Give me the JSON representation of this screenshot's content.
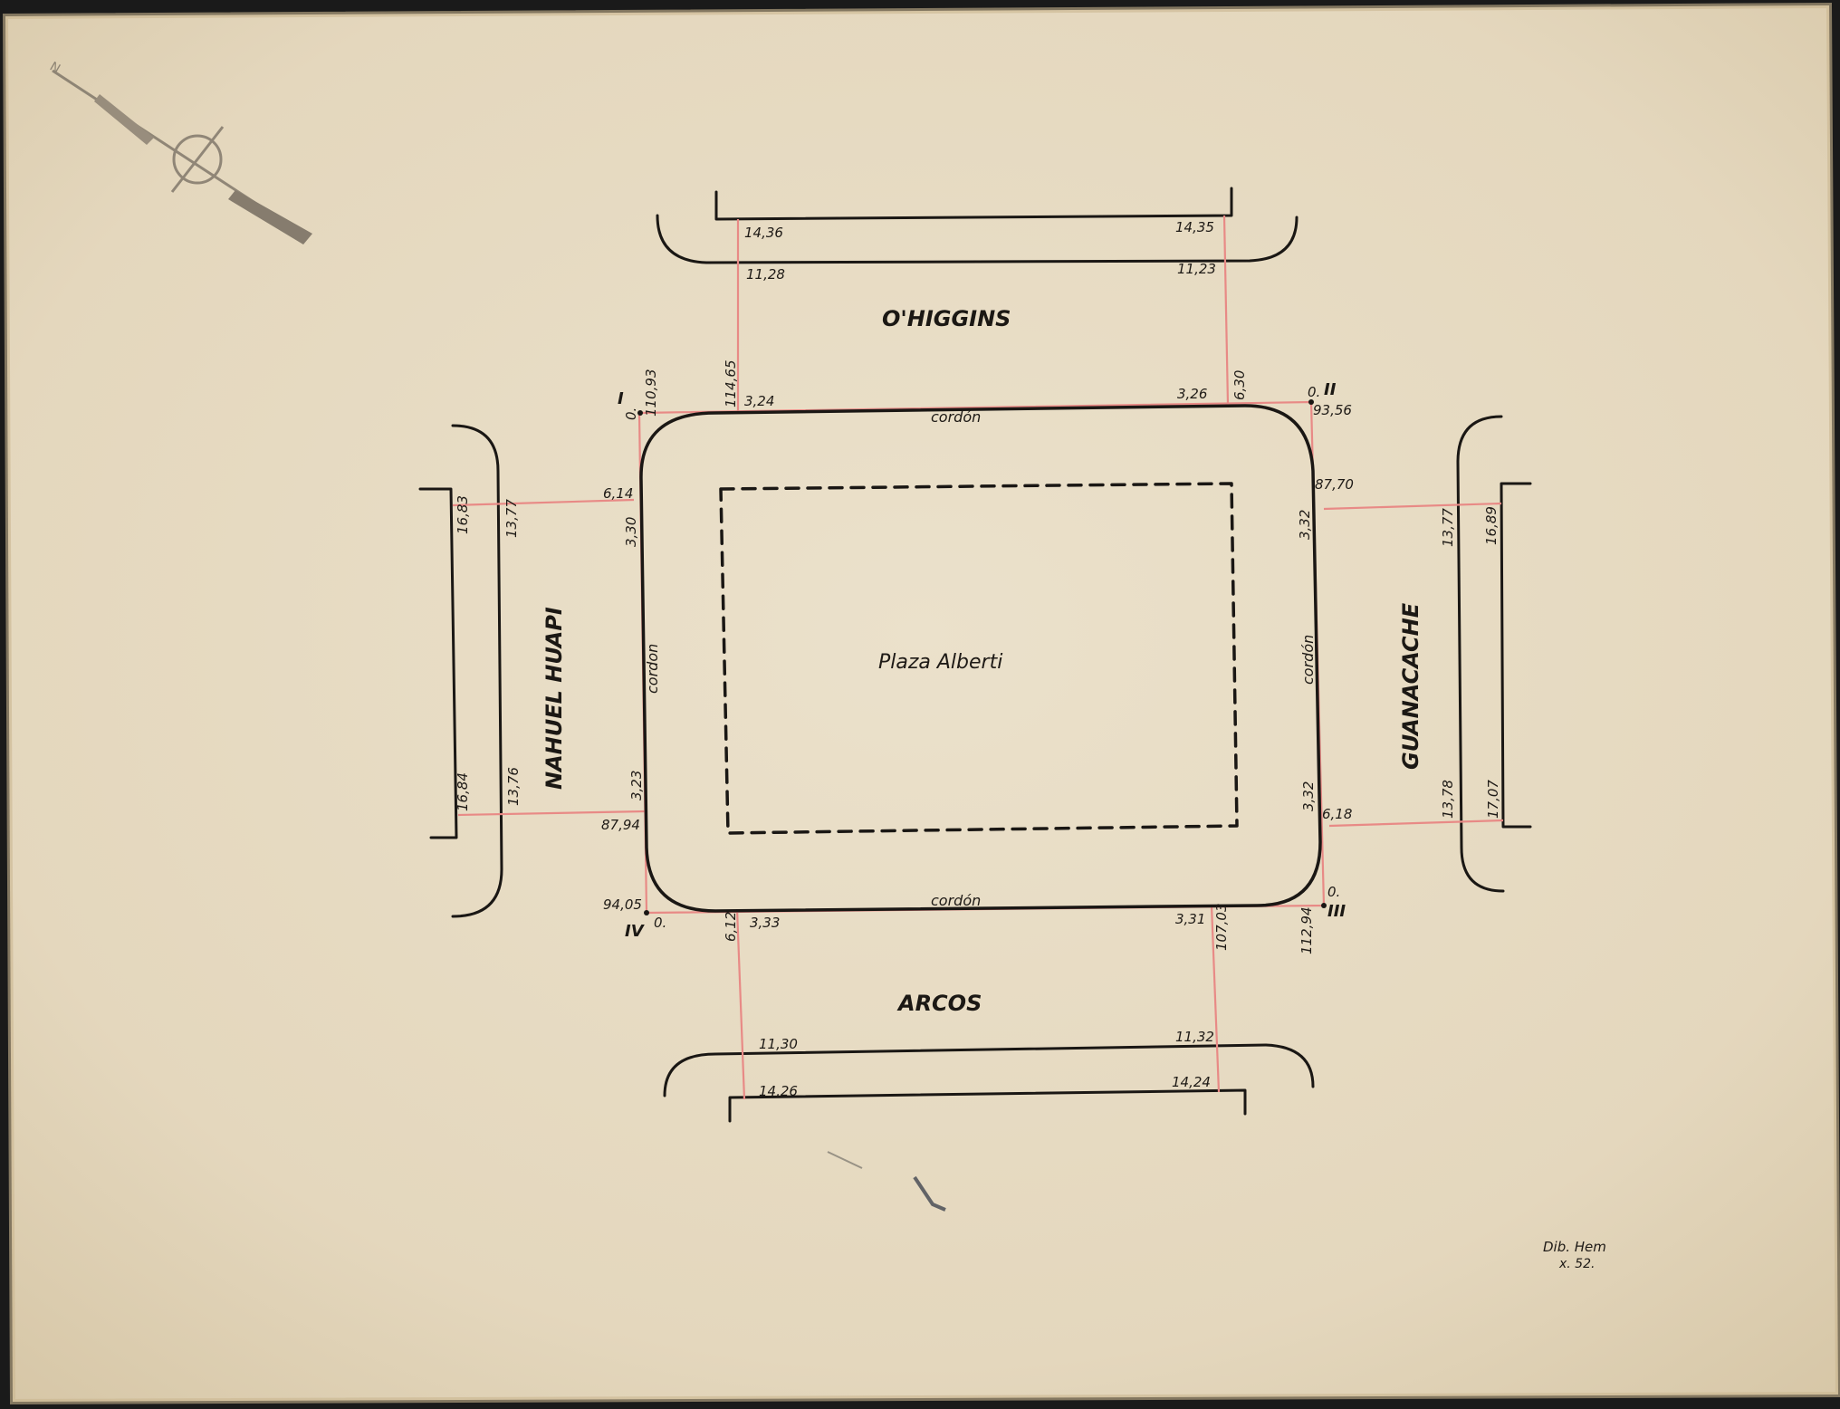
{
  "streets": {
    "north": "O'HIGGINS",
    "south": "ARCOS",
    "west": "NAHUEL HUAPI",
    "east": "GUANACACHE"
  },
  "plaza_name": "Plaza Alberti",
  "curb_label": "cordón",
  "curb_label_west": "cordon",
  "corner_markers": {
    "nw": {
      "roman": "I",
      "dot": "0."
    },
    "ne": {
      "roman": "II",
      "dot": "0."
    },
    "se": {
      "roman": "III",
      "dot": "0."
    },
    "sw": {
      "roman": "IV",
      "dot": "0."
    }
  },
  "measurements": {
    "north_far_left": "14,36",
    "north_far_right": "14,35",
    "north_near_left": "11,28",
    "north_near_right": "11,23",
    "nw_corner": "110,93",
    "nw_top": "114,65",
    "north_curb_left": "3,24",
    "north_curb_right": "3,26",
    "ne_top": "6,30",
    "ne_corner": "93,56",
    "west_upper_curb": "6,14",
    "west_curb_upper": "3,30",
    "west_upper_near": "13,77",
    "west_upper_far": "16,83",
    "west_lower_far": "16,84",
    "west_lower_near": "13,76",
    "west_curb_lower": "3,23",
    "west_lower_curb": "87,94",
    "sw_corner": "94,05",
    "east_upper_curb": "87,70",
    "east_curb_upper": "3,32",
    "east_upper_near": "13,77",
    "east_upper_far": "16,89",
    "east_curb_lower": "3,32",
    "east_lower_curb": "6,18",
    "east_lower_near": "13,78",
    "east_lower_far": "17,07",
    "south_left_near": "6,12",
    "south_curb_left": "3,33",
    "south_curb_right": "3,31",
    "south_right_near": "107,03",
    "se_corner": "112,94",
    "south_far_left_inner": "11,30",
    "south_far_right_inner": "11,32",
    "south_far_left": "14,26",
    "south_far_right": "14,24"
  },
  "signature": {
    "line1": "Dib. Hem",
    "line2": "x. 52."
  },
  "colors": {
    "paper": "#e8dcc4",
    "ink": "#1a1714",
    "measure_line": "#e88a86"
  }
}
